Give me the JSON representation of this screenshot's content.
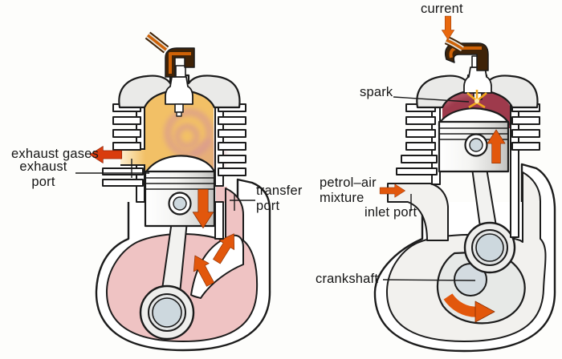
{
  "figure": {
    "type": "two-stroke-engine-cross-section-diagram",
    "panels": [
      "left-engine-exhaust-transfer-phase",
      "right-engine-compression-ignition-phase"
    ],
    "labels": {
      "exhaust_gases": "exhaust gases",
      "exhaust_port_line1": "exhaust",
      "exhaust_port_line2": "port",
      "transfer_port_line1": "transfer",
      "transfer_port_line2": "port",
      "current": "current",
      "spark": "spark",
      "petrol_air_line1": "petrol–air",
      "petrol_air_line2": "mixture",
      "inlet_port": "inlet port",
      "crankshaft": "crankshaft"
    },
    "colors": {
      "background": "#fdfdfb",
      "outline": "#1b1b1b",
      "metal_grey": "#eaeae8",
      "exhaust_gas_yellow": "#f2c066",
      "gas_swirl_mauve": "#d2909c",
      "mixture_pink": "#efc3c3",
      "combustion_maroon": "#9e3a4c",
      "flow_arrow_orange": "#e2570c",
      "exhaust_arrow_red": "#d93c0e",
      "plug_boot_brown": "#3f2308",
      "wire_core_orange": "#cf6207",
      "bearing_grey_blue": "#cdd8de"
    },
    "icons": [
      "exhaust-flow-arrow",
      "piston-down-arrow",
      "transfer-flow-arrows",
      "current-arrow",
      "piston-up-arrow",
      "petrol-air-arrow",
      "crank-rotation-arrow",
      "spark-flash"
    ]
  }
}
